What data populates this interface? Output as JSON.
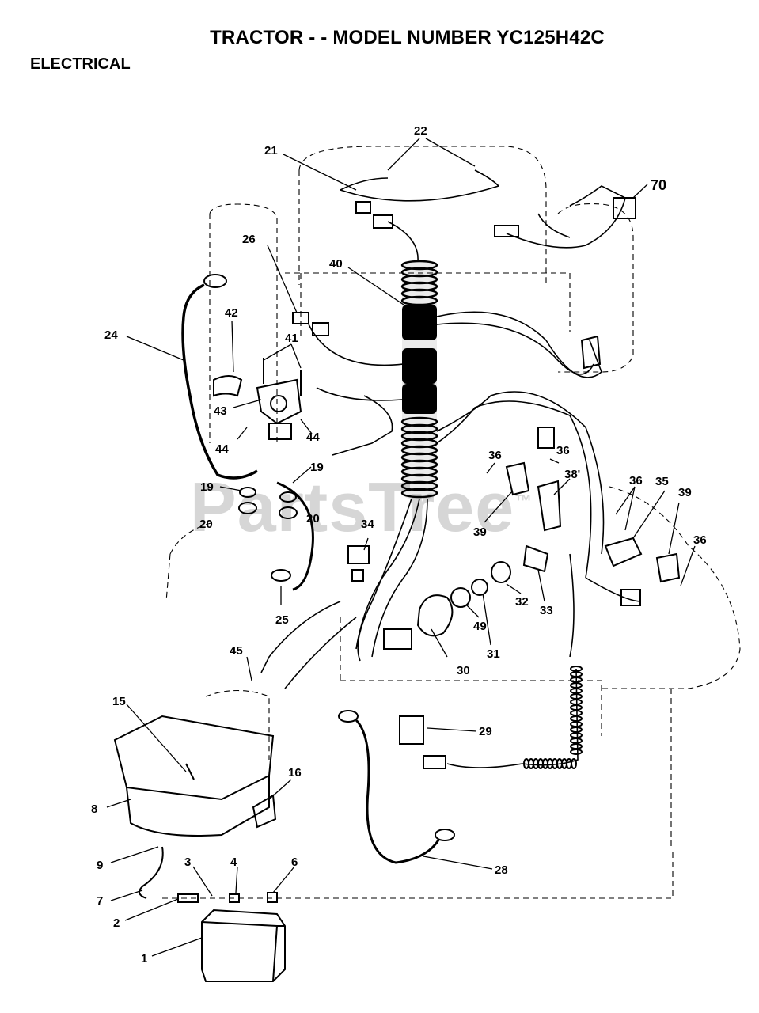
{
  "header": {
    "title": "TRACTOR - - MODEL NUMBER YC125H42C",
    "section": "ELECTRICAL"
  },
  "watermark": {
    "text": "PartsTree",
    "mark": "™"
  },
  "callouts": {
    "c1": "1",
    "c2": "2",
    "c3": "3",
    "c4": "4",
    "c6": "6",
    "c7": "7",
    "c8": "8",
    "c9": "9",
    "c15": "15",
    "c16": "16",
    "c19a": "19",
    "c19b": "19",
    "c20a": "20",
    "c20b": "20",
    "c21": "21",
    "c22": "22",
    "c24": "24",
    "c25": "25",
    "c26": "26",
    "c28": "28",
    "c29": "29",
    "c30": "30",
    "c31": "31",
    "c32": "32",
    "c33": "33",
    "c34": "34",
    "c35": "35",
    "c36a": "36",
    "c36b": "36",
    "c36c": "36",
    "c36d": "36",
    "c38": "38'",
    "c39a": "39",
    "c39b": "39",
    "c40": "40",
    "c41": "41",
    "c42": "42",
    "c43": "43",
    "c44a": "44",
    "c44b": "44",
    "c45": "45",
    "c49": "49",
    "c70": "70"
  }
}
